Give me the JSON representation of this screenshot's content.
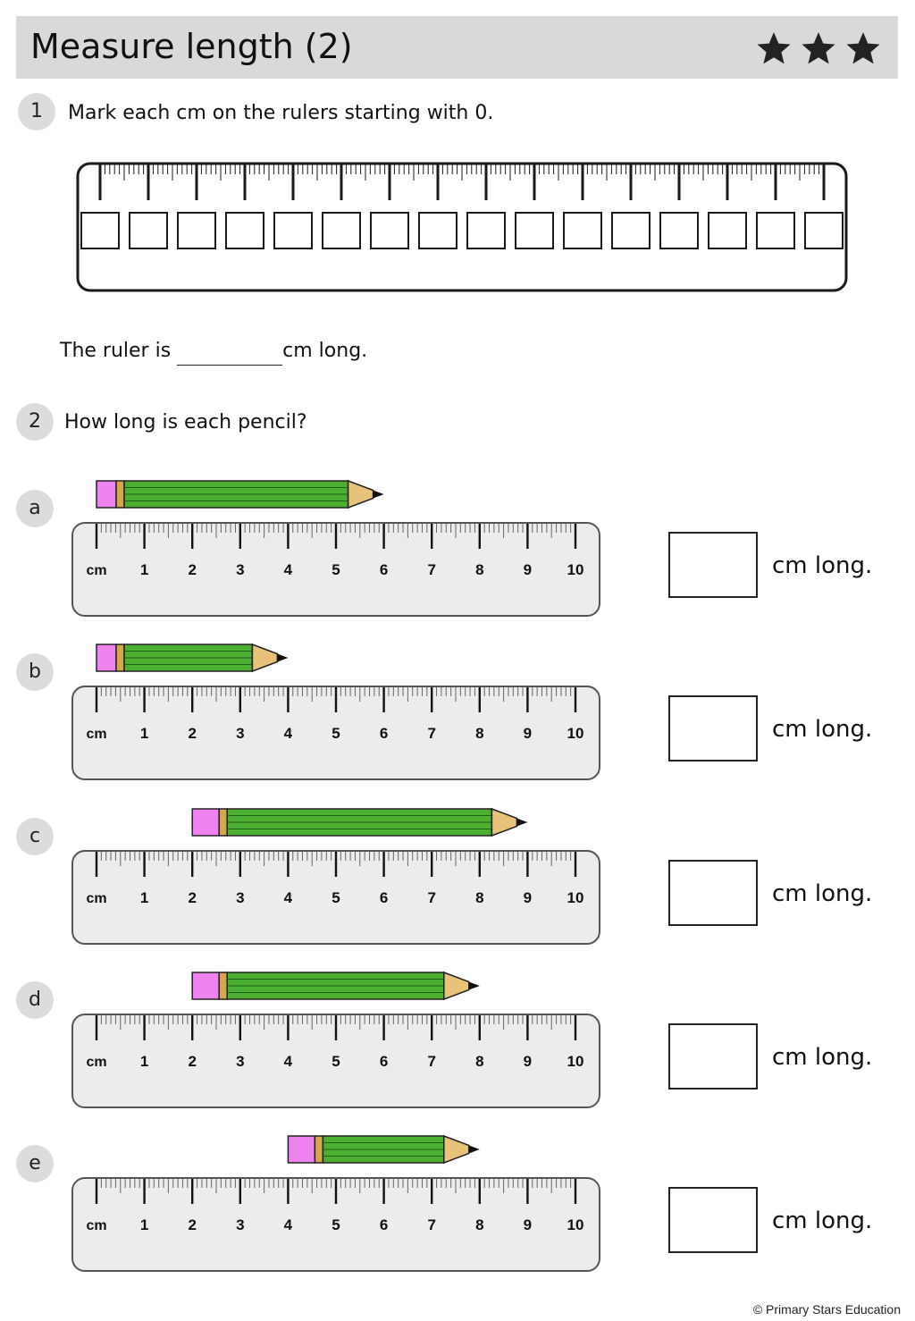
{
  "header": {
    "title": "Measure length (2)",
    "stars": 3
  },
  "question1": {
    "number": "1",
    "prompt": "Mark each cm on the rulers starting with 0.",
    "sentence_before": "The ruler is ",
    "sentence_after": "cm long.",
    "label_boxes": 16
  },
  "question2": {
    "number": "2",
    "prompt": "How long is each pencil?",
    "unit_label": "cm",
    "tick_labels": [
      "1",
      "2",
      "3",
      "4",
      "5",
      "6",
      "7",
      "8",
      "9",
      "10"
    ],
    "answer_suffix": "cm long.",
    "items": [
      {
        "letter": "a",
        "pencil_start_cm": 0,
        "pencil_end_cm": 6
      },
      {
        "letter": "b",
        "pencil_start_cm": 0,
        "pencil_end_cm": 4
      },
      {
        "letter": "c",
        "pencil_start_cm": 2,
        "pencil_end_cm": 9
      },
      {
        "letter": "d",
        "pencil_start_cm": 2,
        "pencil_end_cm": 8
      },
      {
        "letter": "e",
        "pencil_start_cm": 4,
        "pencil_end_cm": 8
      }
    ]
  },
  "colors": {
    "header_bg": "#d9d9d9",
    "ruler_fill": "#ececec",
    "pencil_body": "#4caf32",
    "pencil_eraser": "#ee82ee",
    "pencil_band": "#d4a84a",
    "pencil_wood": "#e8c27a"
  },
  "footer": {
    "copyright": "© Primary Stars Education"
  }
}
